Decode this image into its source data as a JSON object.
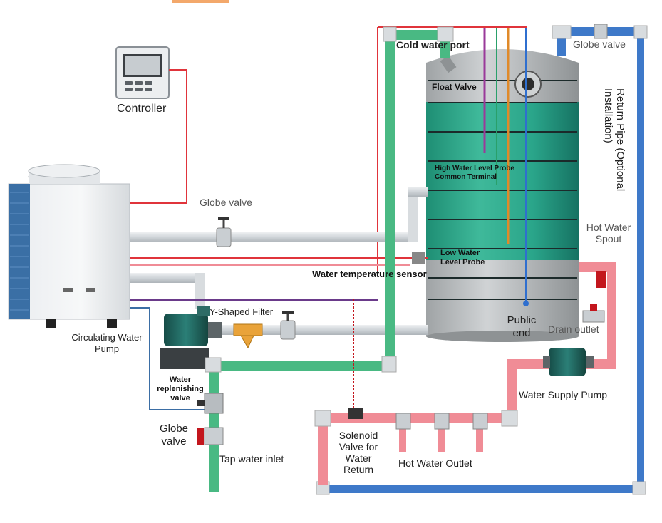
{
  "labels": {
    "cold_water_port": "Cold water port",
    "globe_valve_top": "Globe valve",
    "float_valve": "Float Valve",
    "return_pipe": "Return Pipe (Optional Installation)",
    "controller": "Controller",
    "globe_valve_mid": "Globe valve",
    "high_probe_1": "High Water Level Probe",
    "high_probe_2": "Common Terminal",
    "hot_spout_1": "Hot Water",
    "hot_spout_2": "Spout",
    "low_probe_1": "Low Water",
    "low_probe_2": "Level Probe",
    "temp_sensor": "Water temperature sensor",
    "y_filter": "Y-Shaped Filter",
    "public_end_1": "Public",
    "public_end_2": "end",
    "drain_outlet": "Drain outlet",
    "circ_pump_1": "Circulating Water",
    "circ_pump_2": "Pump",
    "replenish_1": "Water",
    "replenish_2": "replenishing",
    "replenish_3": "valve",
    "supply_pump": "Water Supply Pump",
    "globe_left_1": "Globe",
    "globe_left_2": "valve",
    "solenoid_1": "Solenoid",
    "solenoid_2": "Valve for",
    "solenoid_3": "Water",
    "solenoid_4": "Return",
    "tap_inlet": "Tap water inlet",
    "hot_outlet": "Hot Water Outlet"
  },
  "colors": {
    "tank_green": "#2aa58a",
    "tank_grey": "#b9bcbd",
    "pipe_grey": "#d8dcdf",
    "pipe_red": "#f08c96",
    "pipe_green": "#49b983",
    "pipe_blue": "#3e79c9",
    "wire_red": "#e0343b",
    "valve_red": "#c3161d",
    "filter_orange": "#e9a33a",
    "pump_teal": "#216a64"
  }
}
